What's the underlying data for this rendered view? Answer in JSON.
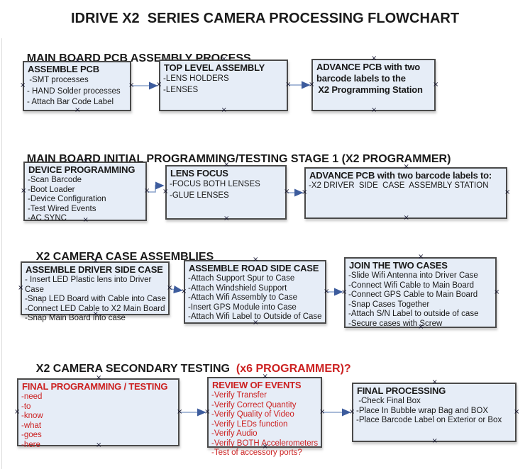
{
  "title": "IDRIVE X2  SERIES CAMERA PROCESSING FLOWCHART",
  "colors": {
    "box_fill": "#e6edf7",
    "box_border": "#4a4a4a",
    "red_text": "#cc2121",
    "black_text": "#1a1a1a",
    "connector_line": "#8ca4cc",
    "connector_arrowhead": "#3d5c9d"
  },
  "sections": [
    {
      "heading": "MAIN BOARD PCB ASSEMBLY PROCESS",
      "boxes": [
        {
          "title": "ASSEMBLE PCB",
          "items": [
            " -SMT processes",
            "- HAND Solder processes",
            "- Attach Bar Code Label"
          ]
        },
        {
          "title": "TOP LEVEL ASSEMBLY",
          "items": [
            "-LENS HOLDERS",
            "-LENSES"
          ]
        },
        {
          "title": "ADVANCE PCB with two barcode labels to the",
          "items": [
            " X2 Programming Station"
          ]
        }
      ]
    },
    {
      "heading": "MAIN BOARD INITIAL PROGRAMMING/TESTING STAGE 1 (X2 PROGRAMMER)",
      "boxes": [
        {
          "title": "DEVICE PROGRAMMING",
          "items": [
            "-Scan Barcode",
            "-Boot Loader",
            "-Device Configuration",
            "-Test Wired Events",
            "-AC SYNC"
          ]
        },
        {
          "title": "LENS FOCUS",
          "items": [
            "-FOCUS BOTH LENSES",
            "-GLUE LENSES"
          ]
        },
        {
          "title": "ADVANCE PCB with two barcode labels to:",
          "items": [
            "-X2 DRIVER  SIDE  CASE  ASSEMBLY STATION"
          ]
        }
      ]
    },
    {
      "heading": "X2 CAMERA CASE ASSEMBLIES",
      "boxes": [
        {
          "title": "ASSEMBLE DRIVER SIDE CASE",
          "items": [
            "- Insert LED Plastic lens into Driver Case",
            "-Snap LED Board with Cable into Case",
            "-Connect LED Cable to X2 Main Board",
            "-Snap Main Board into case"
          ]
        },
        {
          "title": "ASSEMBLE ROAD SIDE CASE",
          "items": [
            "-Attach Support Spur to Case",
            "-Attach Windshield Support",
            "-Attach Wifi Assembly to Case",
            "-Insert GPS Module into Case",
            "-Attach Wifi Label to Outside of Case"
          ]
        },
        {
          "title": "JOIN THE TWO CASES",
          "items": [
            "-Slide Wifi Antenna into Driver Case",
            "-Connect Wifi Cable to Main Board",
            "-Connect GPS Cable to Main Board",
            "-Snap Cases Together",
            "-Attach S/N Label to outside of case",
            "-Secure cases with Screw"
          ]
        }
      ]
    },
    {
      "heading": "X2 CAMERA SECONDARY TESTING",
      "heading_suffix": "  (x6 PROGRAMMER)?",
      "boxes": [
        {
          "title": "FINAL PROGRAMMING / TESTING",
          "items": [
            "-need",
            "-to",
            "-know",
            "-what",
            "-goes",
            "-here"
          ]
        },
        {
          "title": "REVIEW OF EVENTS",
          "items": [
            "-Verify Transfer",
            "-Verify Correct Quantity",
            "-Verify Quality of Video",
            "-Verify LEDs function",
            "-Verify Audio",
            "-Verify BOTH Accelerometers",
            "-Test of accessory ports?"
          ]
        },
        {
          "title": "FINAL PROCESSING",
          "items": [
            " -Check Final Box",
            "-Place In Bubble wrap Bag and BOX",
            "-Place Barcode Label on Exterior or Box"
          ]
        }
      ]
    }
  ]
}
